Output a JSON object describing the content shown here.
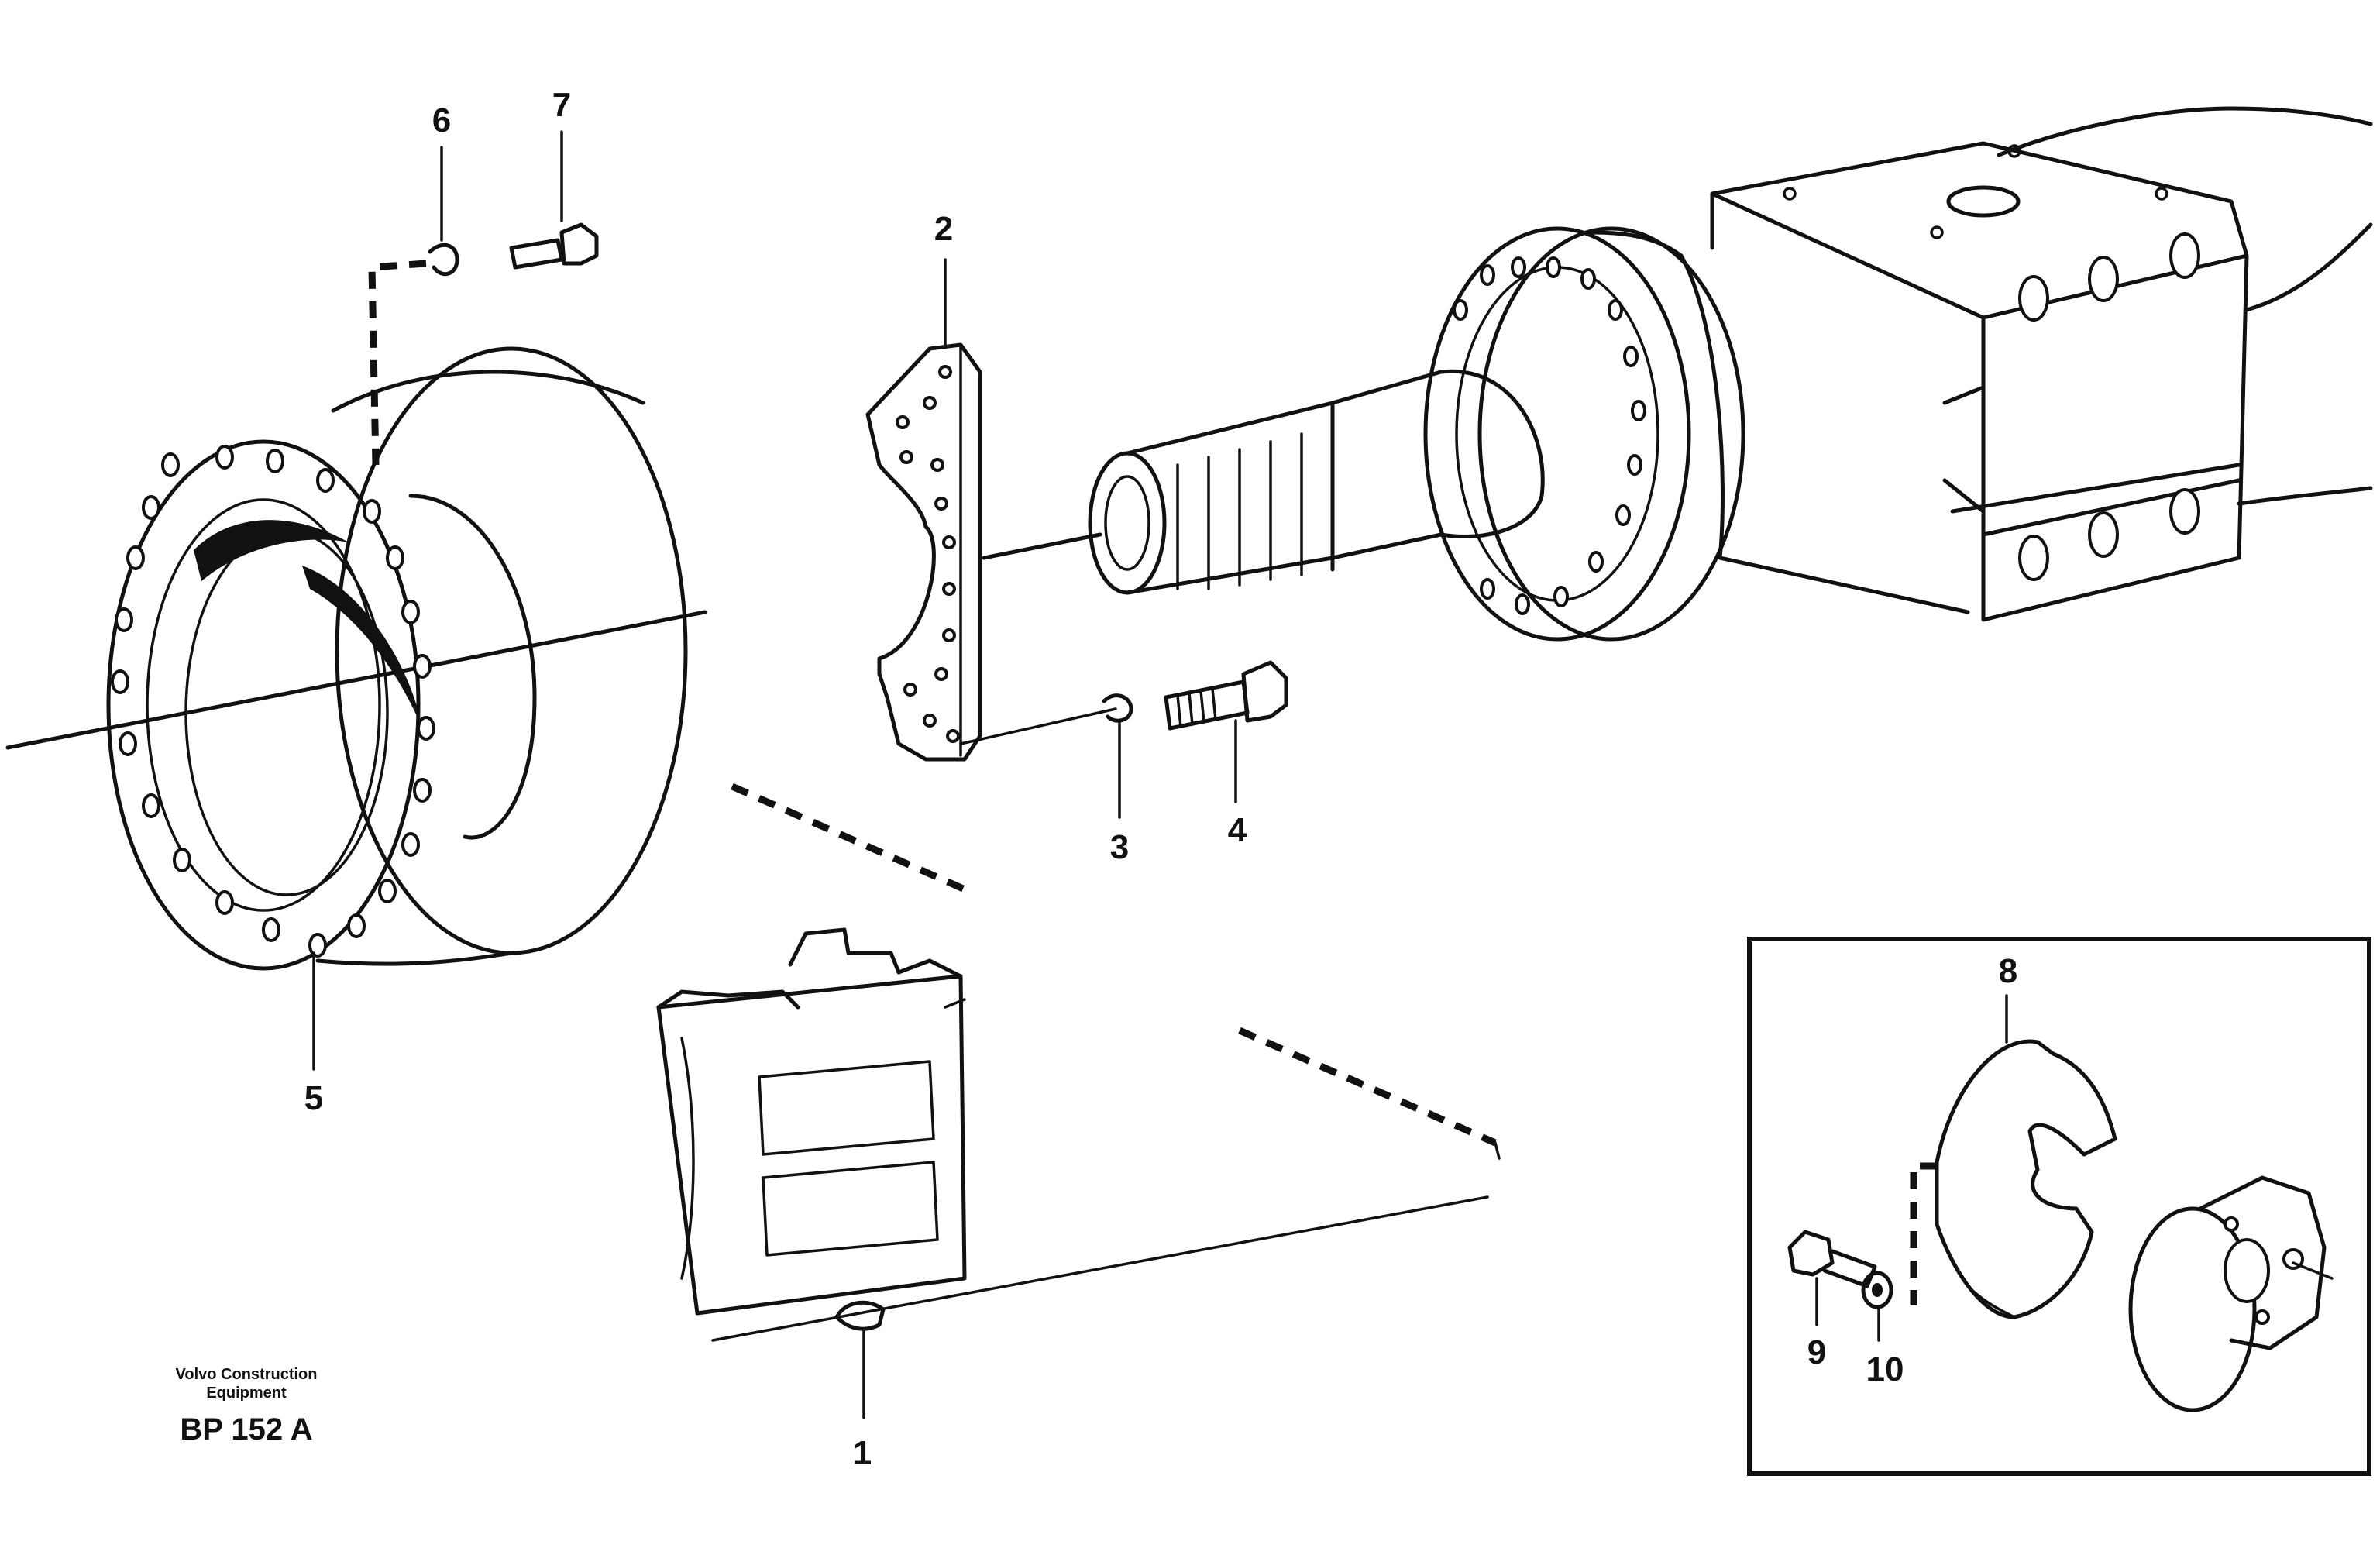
{
  "caption": {
    "maker_line1": "Volvo Construction",
    "maker_line2": "Equipment",
    "code": "BP 152 A"
  },
  "callouts": {
    "c1": "1",
    "c2": "2",
    "c3": "3",
    "c4": "4",
    "c5": "5",
    "c6": "6",
    "c7": "7",
    "c8": "8",
    "c9": "9",
    "c10": "10"
  },
  "colors": {
    "ink": "#111111",
    "paper": "#ffffff"
  }
}
